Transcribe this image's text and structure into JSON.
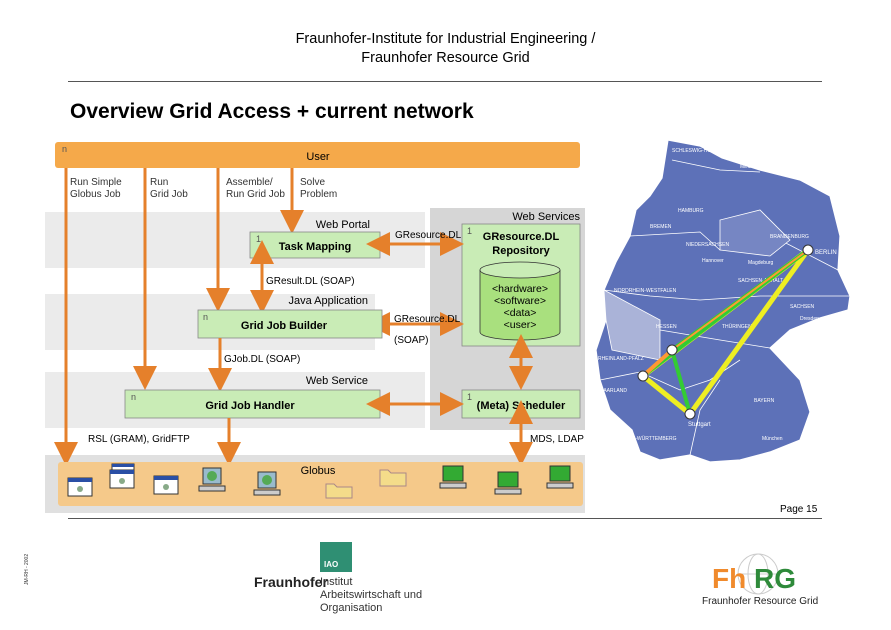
{
  "header": {
    "line1": "Fraunhofer-Institute for Industrial Engineering /",
    "line2": "Fraunhofer Resource Grid"
  },
  "slide_title": "Overview Grid Access + current network",
  "diagram": {
    "user_bar": {
      "corner": "n",
      "label": "User"
    },
    "user_actions": [
      {
        "line1": "Run Simple",
        "line2": "Globus Job"
      },
      {
        "line1": "Run",
        "line2": "Grid Job"
      },
      {
        "line1": "Assemble/",
        "line2": "Run Grid Job"
      },
      {
        "line1": "Solve",
        "line2": "Problem"
      }
    ],
    "web_portal": "Web Portal",
    "task_mapping": {
      "corner": "1",
      "label": "Task Mapping"
    },
    "web_services": "Web Services",
    "repository": {
      "corner": "1",
      "line1": "GResource.DL",
      "line2": "Repository"
    },
    "db_items": [
      "<hardware>",
      "<software>",
      "<data>",
      "<user>"
    ],
    "gresource_label_1": "GResource.DL",
    "gresource_label_2": "GResource.DL",
    "soap_label": "(SOAP)",
    "gresult_label": "GResult.DL (SOAP)",
    "java_application": "Java Application",
    "grid_job_builder": {
      "corner": "n",
      "label": "Grid Job Builder"
    },
    "gjob_label": "GJob.DL (SOAP)",
    "web_service": "Web Service",
    "grid_job_handler": {
      "corner": "n",
      "label": "Grid Job Handler"
    },
    "scheduler": {
      "corner": "1",
      "label": "(Meta) Scheduler"
    },
    "rsl_label": "RSL (GRAM), GridFTP",
    "mds_label": "MDS, LDAP",
    "globus": "Globus"
  },
  "map": {
    "regions": [
      "SCHLESWIG-HOLSTEIN",
      "MECKLENBURG-VORPOMMERN",
      "HAMBURG",
      "BREMEN",
      "NIEDERSACHSEN",
      "BRANDENBURG",
      "BERLIN",
      "NORDRHEIN-WESTFALEN",
      "SACHSEN-ANHALT",
      "SACHSEN",
      "HESSEN",
      "THÜRINGEN",
      "RHEINLAND-PFALZ",
      "SAARLAND",
      "BAYERN",
      "BADEN-WÜRTTEMBERG",
      "Stuttgart",
      "München",
      "Dresden",
      "Magdeburg",
      "Hannover"
    ],
    "city_berlin": "BERLIN",
    "city_stuttgart": "Stuttgart",
    "link_colors": {
      "green": "#33cc33",
      "yellow": "#eeee22",
      "orange": "#ff9933"
    }
  },
  "page_label": "Page 15",
  "side_id": "JM-RH - 2002",
  "logo_fraunhofer": {
    "word": "Fraunhofer",
    "iao": "IAO",
    "inst_lines": [
      "Institut",
      "Arbeitswirtschaft und",
      "Organisation"
    ]
  },
  "logo_frg": {
    "text": "FhRG",
    "sub": "Fraunhofer Resource Grid"
  },
  "colors": {
    "orange_bar": "#f5a94a",
    "green_box": "#c9ecb6",
    "gray_panel": "#d6d6d6",
    "gray_band": "#ebebeb",
    "arrow": "#e5802b",
    "map_blue": "#5d71b8"
  }
}
